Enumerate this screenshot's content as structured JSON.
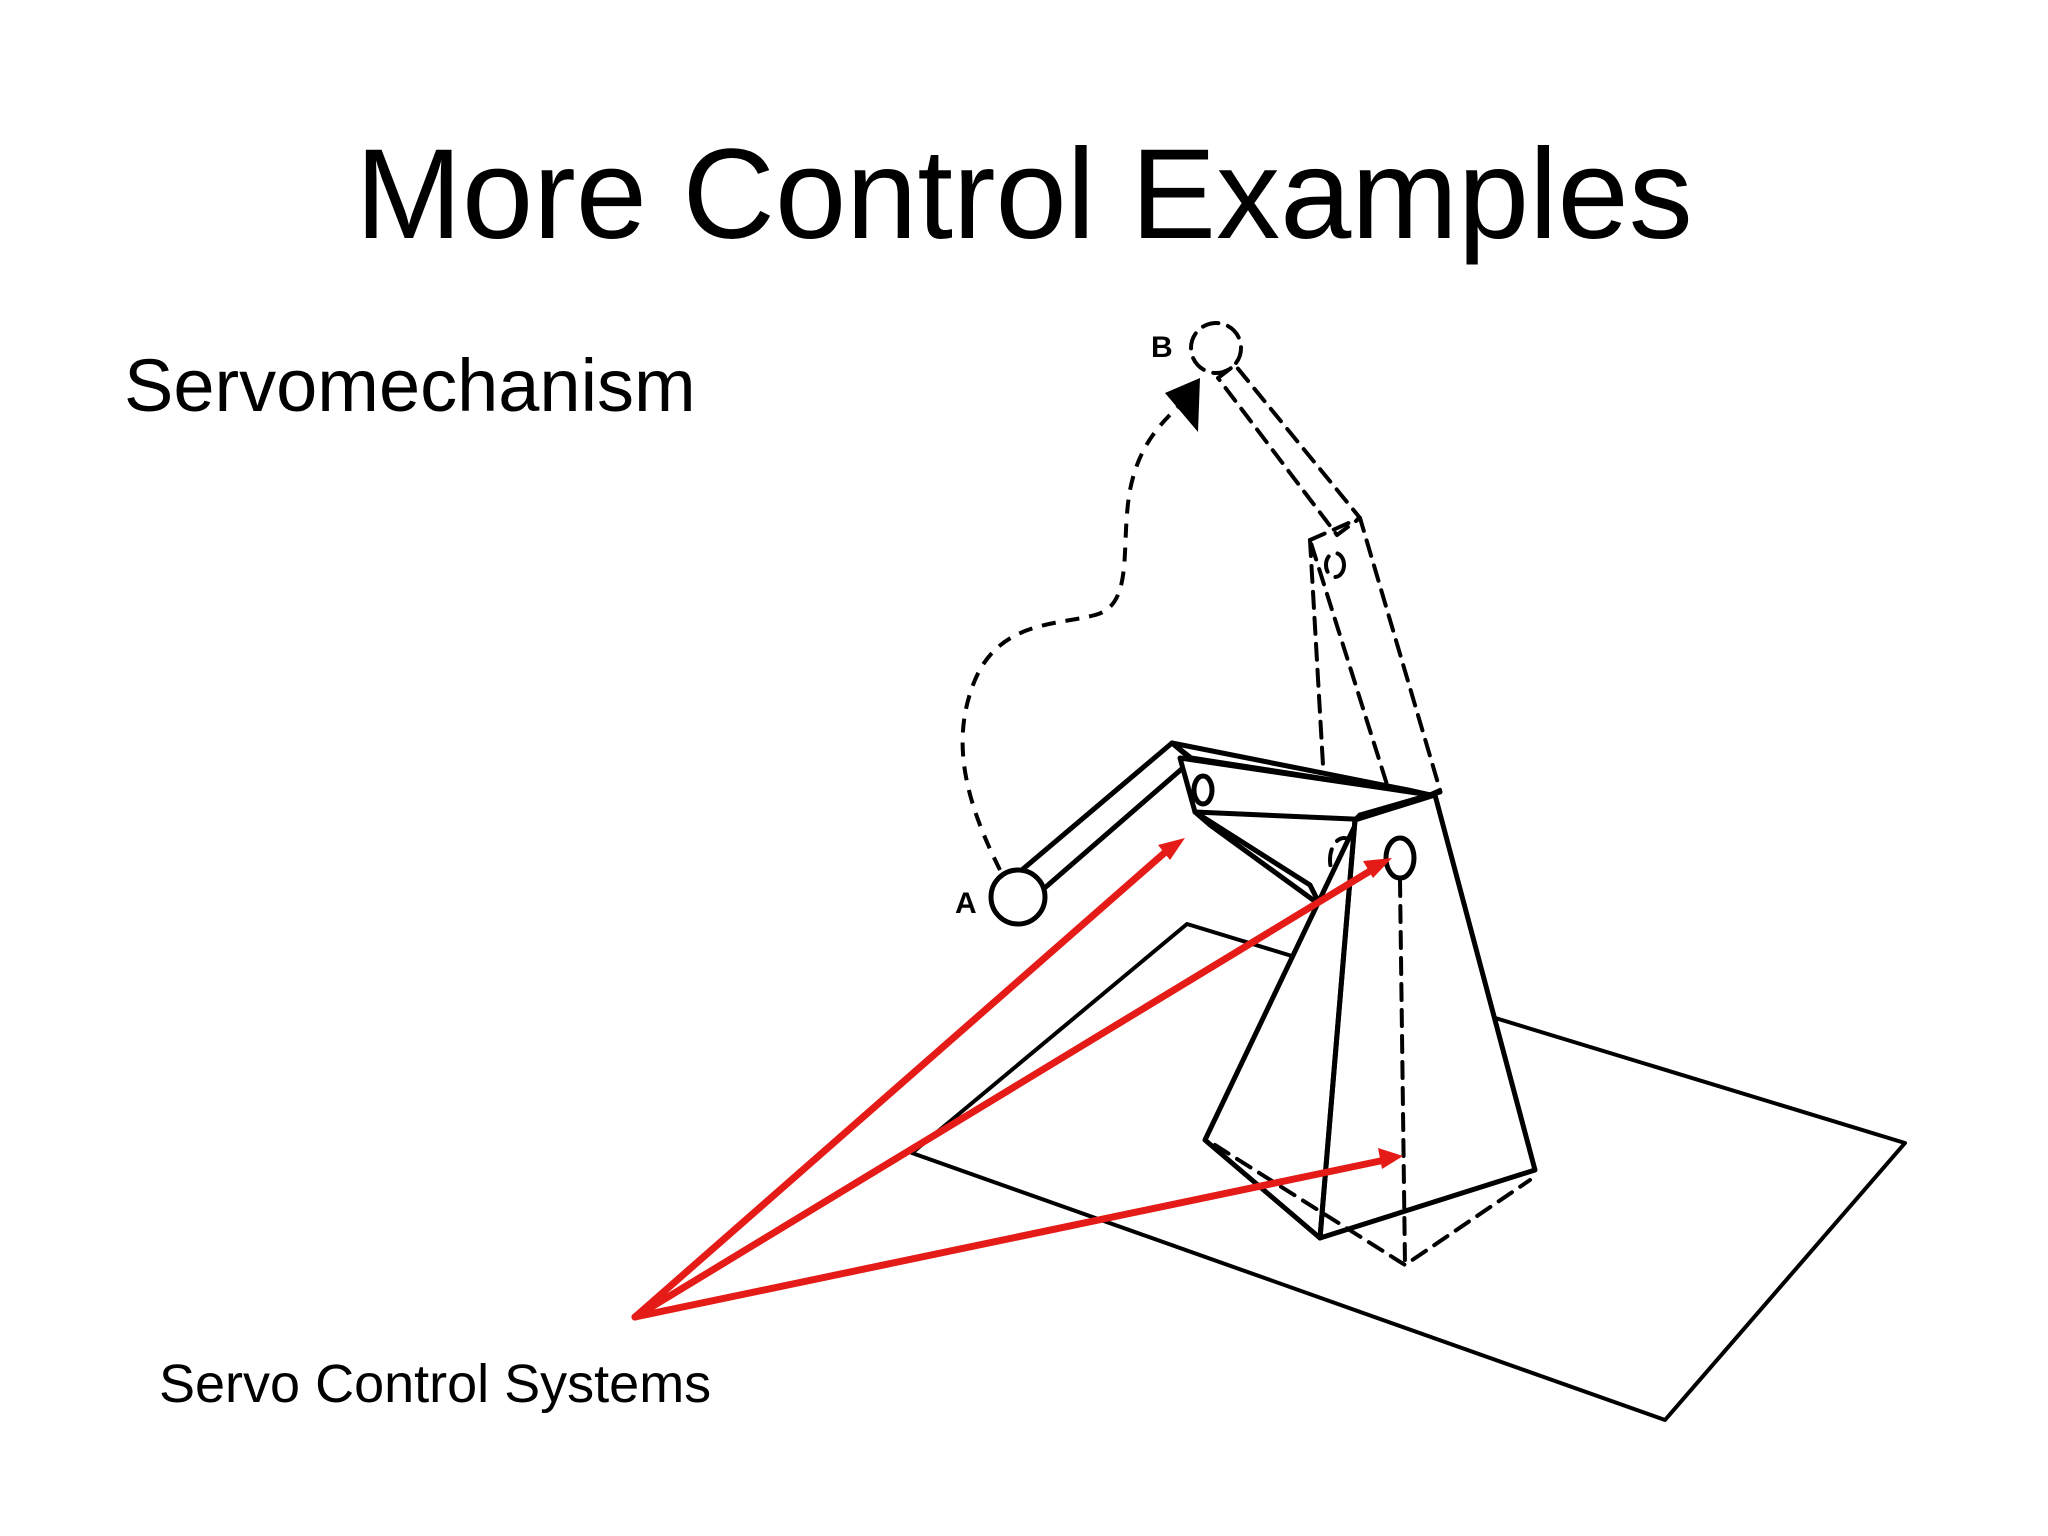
{
  "slide": {
    "title": "More Control Examples",
    "subtitle": "Servomechanism",
    "caption": "Servo Control Systems"
  },
  "diagram": {
    "point_labels": [
      "A",
      "B"
    ],
    "arrow_color": "#e41b17",
    "arrow_count": 3
  }
}
